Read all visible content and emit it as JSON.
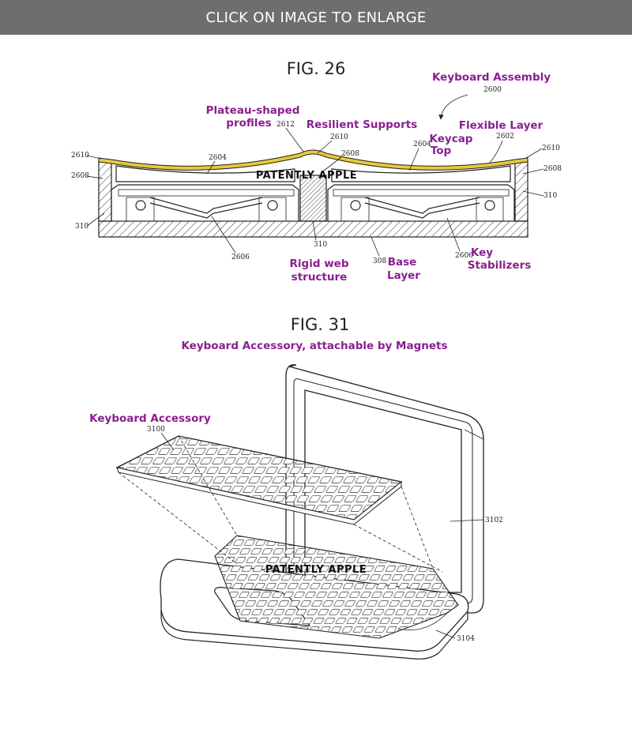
{
  "header": {
    "text": "CLICK ON IMAGE TO ENLARGE"
  },
  "fig26": {
    "title": "FIG. 26",
    "annotations": {
      "keyboard_assembly": "Keyboard Assembly",
      "plateau_1": "Plateau-shaped",
      "plateau_2": "profiles",
      "resilient_supports": "Resilient Supports",
      "flexible_layer": "Flexible Layer",
      "keycap_1": "Keycap",
      "keycap_2": "Top",
      "rigid_1": "Rigid web",
      "rigid_2": "structure",
      "base_1": "Base",
      "base_2": "Layer",
      "key_stab_1": "Key",
      "key_stab_2": "Stabilizers"
    },
    "refs": {
      "r2600": "2600",
      "r2612": "2612",
      "r2610_a": "2610",
      "r2608_a": "2608",
      "r2604_a": "2604",
      "r2604_b": "2604",
      "r2602": "2602",
      "r2610_left": "2610",
      "r2608_left": "2608",
      "r310_left": "310",
      "r2610_right": "2610",
      "r2608_right": "2608",
      "r310_right": "310",
      "r2606_a": "2606",
      "r310_mid": "310",
      "r308": "308",
      "r2606_b": "2606"
    },
    "watermark": "PATENTLY APPLE"
  },
  "fig31": {
    "title": "FIG. 31",
    "subtitle": "Keyboard Accessory, attachable by Magnets",
    "annotations": {
      "keyboard_accessory": "Keyboard Accessory"
    },
    "refs": {
      "r3100": "3100",
      "r3102": "3102",
      "r3104": "3104"
    },
    "watermark": "PATENTLY APPLE"
  },
  "colors": {
    "header_bg": "#6e6e6e",
    "annotation": "#8a1f8f",
    "flexible_layer": "#e8c93a"
  }
}
